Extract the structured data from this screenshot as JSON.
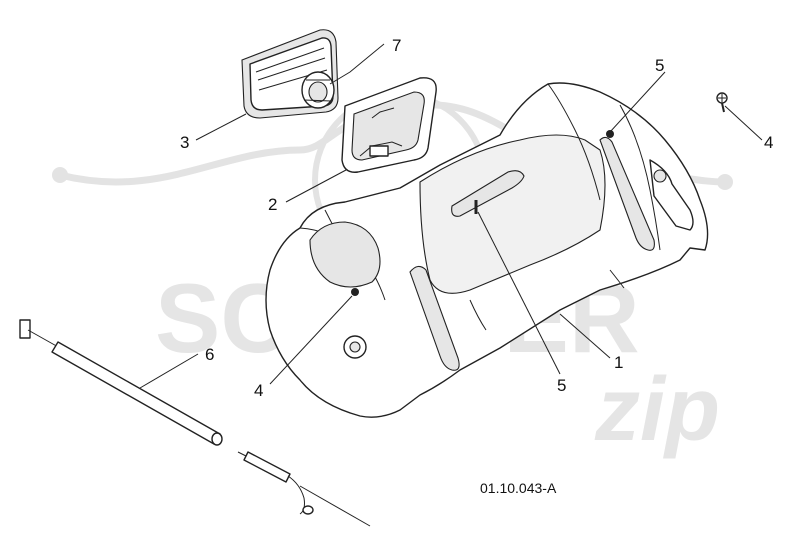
{
  "diagram": {
    "reference_code": "01.10.043-A",
    "callouts": [
      {
        "id": "c1",
        "text": "1"
      },
      {
        "id": "c2",
        "text": "2"
      },
      {
        "id": "c3",
        "text": "3"
      },
      {
        "id": "c4a",
        "text": "4"
      },
      {
        "id": "c4b",
        "text": "4"
      },
      {
        "id": "c5a",
        "text": "5"
      },
      {
        "id": "c5b",
        "text": "5"
      },
      {
        "id": "c6",
        "text": "6"
      },
      {
        "id": "c7",
        "text": "7"
      }
    ]
  },
  "watermark": {
    "word": "SCOOTER",
    "script": "zip"
  }
}
